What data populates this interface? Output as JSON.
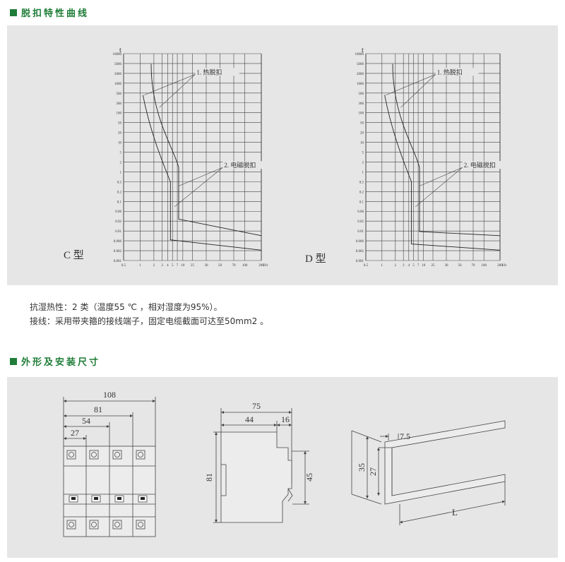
{
  "section1": {
    "title": "脱扣特性曲线"
  },
  "section2": {
    "title": "外形及安装尺寸"
  },
  "curves": {
    "t_label": "t",
    "y_ticks": [
      "10000",
      "5000",
      "2000",
      "1000",
      "500",
      "300",
      "100",
      "50",
      "20",
      "10",
      "5",
      "2",
      "1",
      "0.5",
      "0.2",
      "0.1",
      "0.06",
      "0.02",
      "0.01",
      "0.006",
      "0.002",
      "0.001"
    ],
    "x_ticks": [
      "0.5",
      "1",
      "2",
      "3",
      "4",
      "5",
      "7",
      "10",
      "25",
      "30",
      "50",
      "70",
      "100",
      "200"
    ],
    "x_unit": "I/Ir",
    "label_thermal": "1. 热脱扣",
    "label_magnetic": "2. 电磁脱扣",
    "chart_c_label": "C 型",
    "chart_d_label": "D 型"
  },
  "notes": {
    "line1": "抗湿热性：2 类（温度55 ℃ ，相对湿度为95%）。",
    "line2": "接线：采用带夹箍的接线端子，固定电缆截面可达至50mm2 。"
  },
  "dims": {
    "front": {
      "w108": "108",
      "w81": "81",
      "w54": "54",
      "w27": "27"
    },
    "side": {
      "w75": "75",
      "w44": "44",
      "w16": "16",
      "h81": "81",
      "h45": "45"
    },
    "rail": {
      "d75": "7.5",
      "h35": "35",
      "h27": "27",
      "L": "L"
    }
  }
}
